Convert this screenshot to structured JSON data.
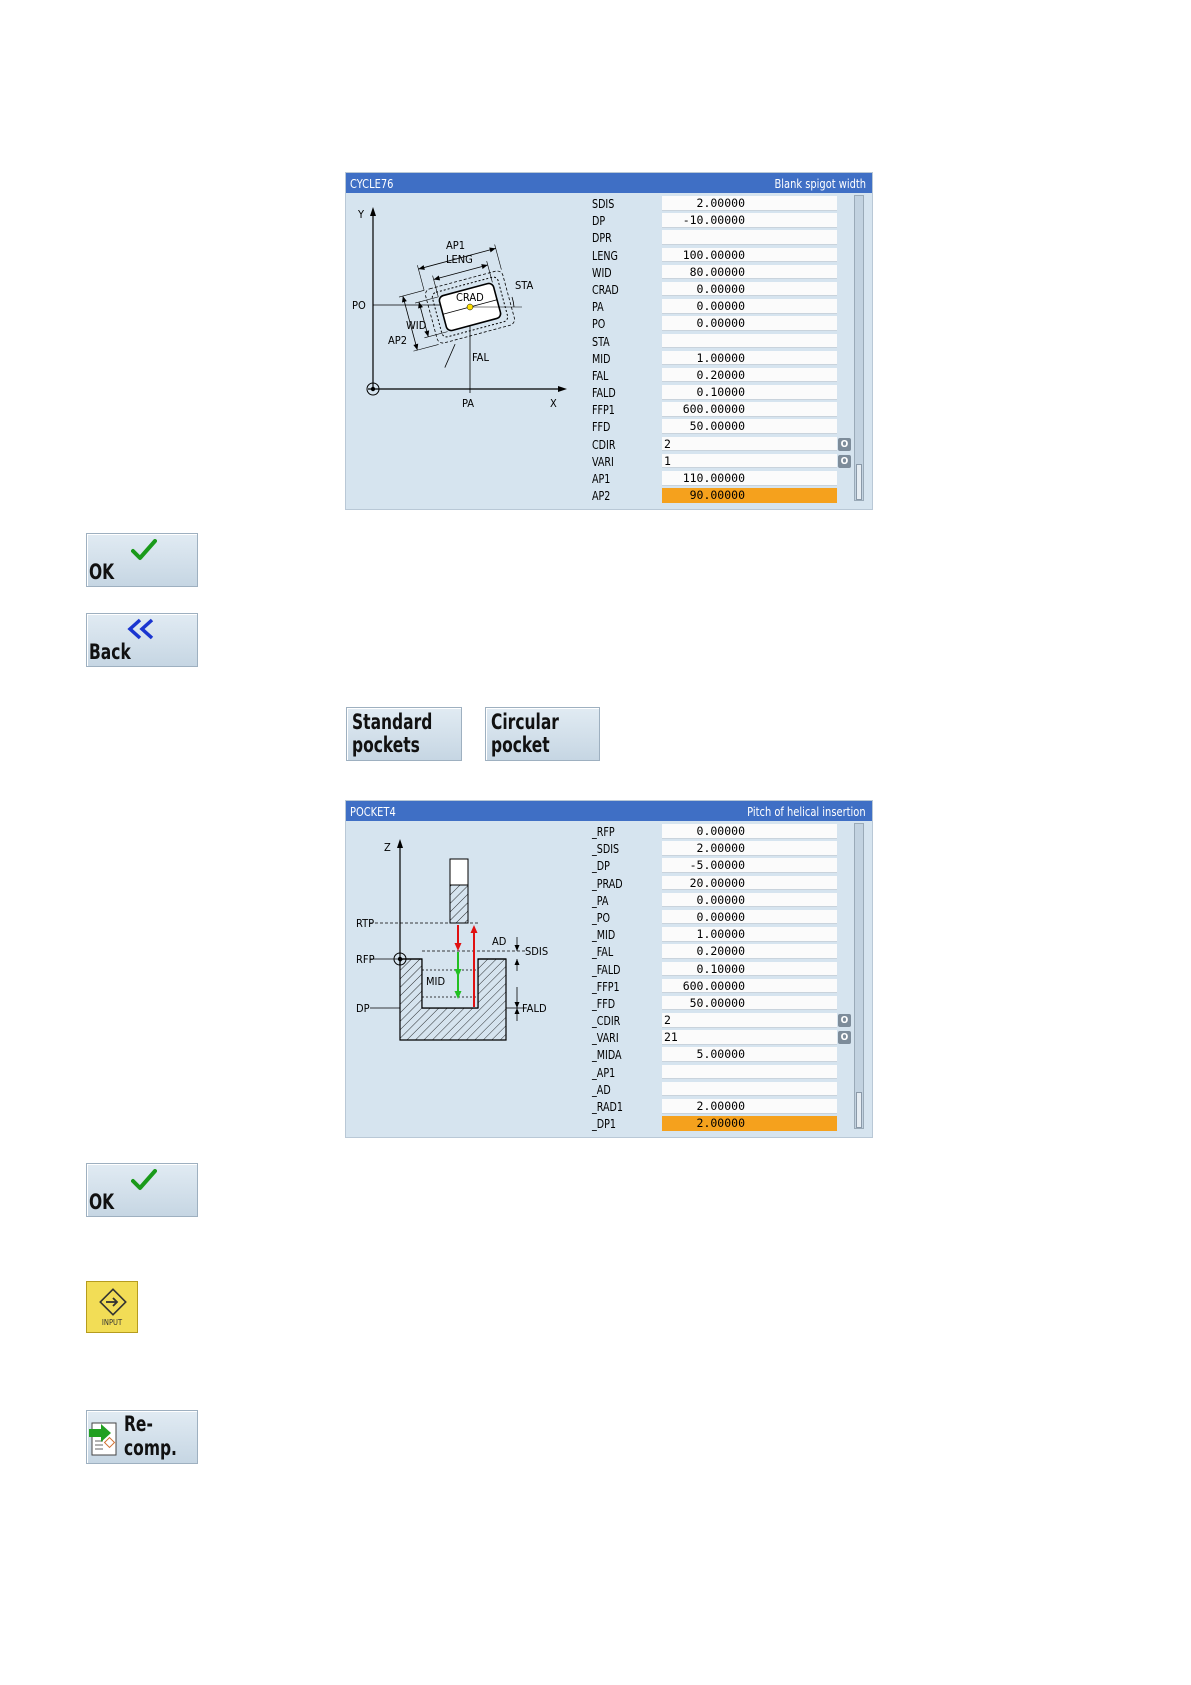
{
  "panel1": {
    "title": "CYCLE76",
    "subtitle": "Blank spigot width",
    "diagram": {
      "axis_y": "Y",
      "axis_x": "X",
      "labels": [
        "AP1",
        "LENG",
        "STA",
        "CRAD",
        "WID",
        "AP2",
        "PO",
        "FAL",
        "PA"
      ]
    },
    "rows": [
      {
        "label": "SDIS",
        "value": "2.00000"
      },
      {
        "label": "DP",
        "value": "-10.00000"
      },
      {
        "label": "DPR",
        "value": ""
      },
      {
        "label": "LENG",
        "value": "100.00000"
      },
      {
        "label": "WID",
        "value": "80.00000"
      },
      {
        "label": "CRAD",
        "value": "0.00000"
      },
      {
        "label": "PA",
        "value": "0.00000"
      },
      {
        "label": "PO",
        "value": "0.00000"
      },
      {
        "label": "STA",
        "value": ""
      },
      {
        "label": "MID",
        "value": "1.00000"
      },
      {
        "label": "FAL",
        "value": "0.20000"
      },
      {
        "label": "FALD",
        "value": "0.10000"
      },
      {
        "label": "FFP1",
        "value": "600.00000"
      },
      {
        "label": "FFD",
        "value": "50.00000"
      },
      {
        "label": "CDIR",
        "text": "2",
        "toggle": "O"
      },
      {
        "label": "VARI",
        "text": "1",
        "toggle": "O"
      },
      {
        "label": "AP1",
        "value": "110.00000"
      },
      {
        "label": "AP2",
        "value": "90.00000",
        "highlight": true
      }
    ]
  },
  "softkeys": {
    "ok_label": "OK",
    "back_label": "Back",
    "standard_pockets_line1": "Standard",
    "standard_pockets_line2": "pockets",
    "circular_pocket_line1": "Circular",
    "circular_pocket_line2": "pocket",
    "recomp_line1": "Re-",
    "recomp_line2": "comp.",
    "input_label": "INPUT"
  },
  "panel2": {
    "title": "POCKET4",
    "subtitle": "Pitch of helical insertion",
    "diagram": {
      "axis_z": "Z",
      "labels": [
        "RTP",
        "RFP",
        "DP",
        "AD",
        "SDIS",
        "MID",
        "FALD"
      ]
    },
    "rows": [
      {
        "label": "_RFP",
        "value": "0.00000"
      },
      {
        "label": "_SDIS",
        "value": "2.00000"
      },
      {
        "label": "_DP",
        "value": "-5.00000"
      },
      {
        "label": "_PRAD",
        "value": "20.00000"
      },
      {
        "label": "_PA",
        "value": "0.00000"
      },
      {
        "label": "_PO",
        "value": "0.00000"
      },
      {
        "label": "_MID",
        "value": "1.00000"
      },
      {
        "label": "_FAL",
        "value": "0.20000"
      },
      {
        "label": "_FALD",
        "value": "0.10000"
      },
      {
        "label": "_FFP1",
        "value": "600.00000"
      },
      {
        "label": "_FFD",
        "value": "50.00000"
      },
      {
        "label": "_CDIR",
        "text": "2",
        "toggle": "O"
      },
      {
        "label": "_VARI",
        "text": "21",
        "toggle": "O"
      },
      {
        "label": "_MIDA",
        "value": "5.00000"
      },
      {
        "label": "_AP1",
        "value": ""
      },
      {
        "label": "_AD",
        "value": ""
      },
      {
        "label": "_RAD1",
        "value": "2.00000"
      },
      {
        "label": "_DP1",
        "value": "2.00000",
        "highlight": true
      }
    ]
  },
  "colors": {
    "titlebar": "#3f6fc5",
    "panel_bg": "#d6e4ef",
    "highlight": "#f5a11d",
    "check": "#1a9a1a",
    "back_arrows": "#1a35d0",
    "input_key": "#f2dd56"
  }
}
